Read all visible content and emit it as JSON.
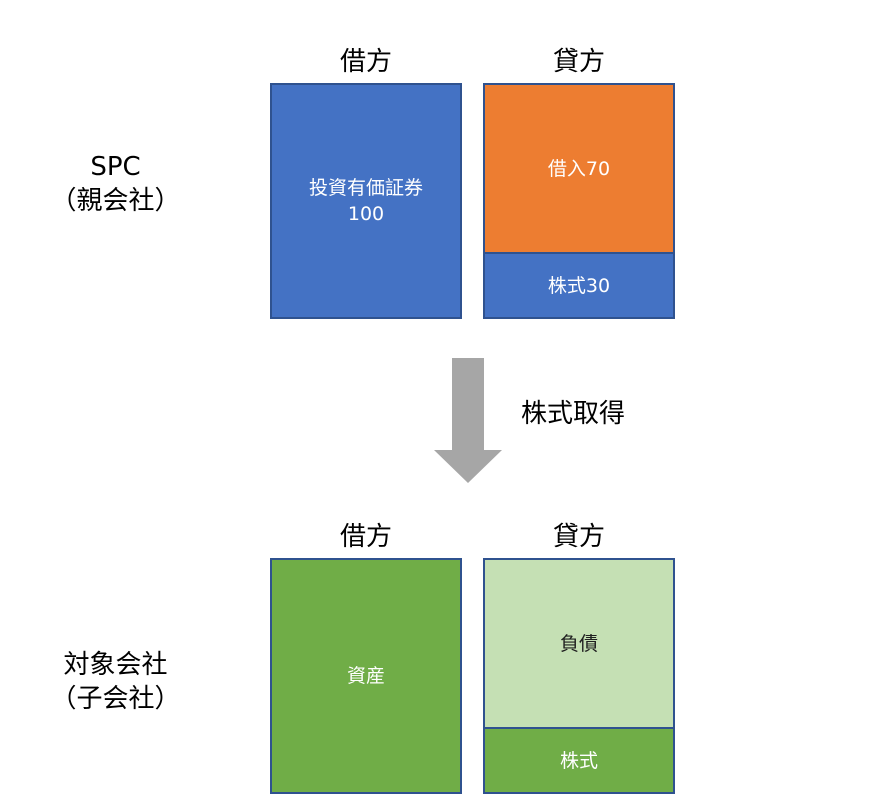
{
  "spc": {
    "label": "SPC\n（親会社）",
    "debit_header": "借方",
    "credit_header": "貸方",
    "debit_box": "投資有価証券\n100",
    "credit_top": "借入70",
    "credit_bottom": "株式30"
  },
  "arrow": {
    "label": "株式取得"
  },
  "target": {
    "label": "対象会社\n（子会社）",
    "debit_header": "借方",
    "credit_header": "貸方",
    "debit_box": "資産",
    "credit_top": "負債",
    "credit_bottom": "株式"
  },
  "colors": {
    "blue": "#4472c4",
    "orange": "#ed7d31",
    "green": "#70ad47",
    "light_green": "#c5e0b4",
    "border": "#2f528f",
    "arrow": "#a6a6a6"
  }
}
